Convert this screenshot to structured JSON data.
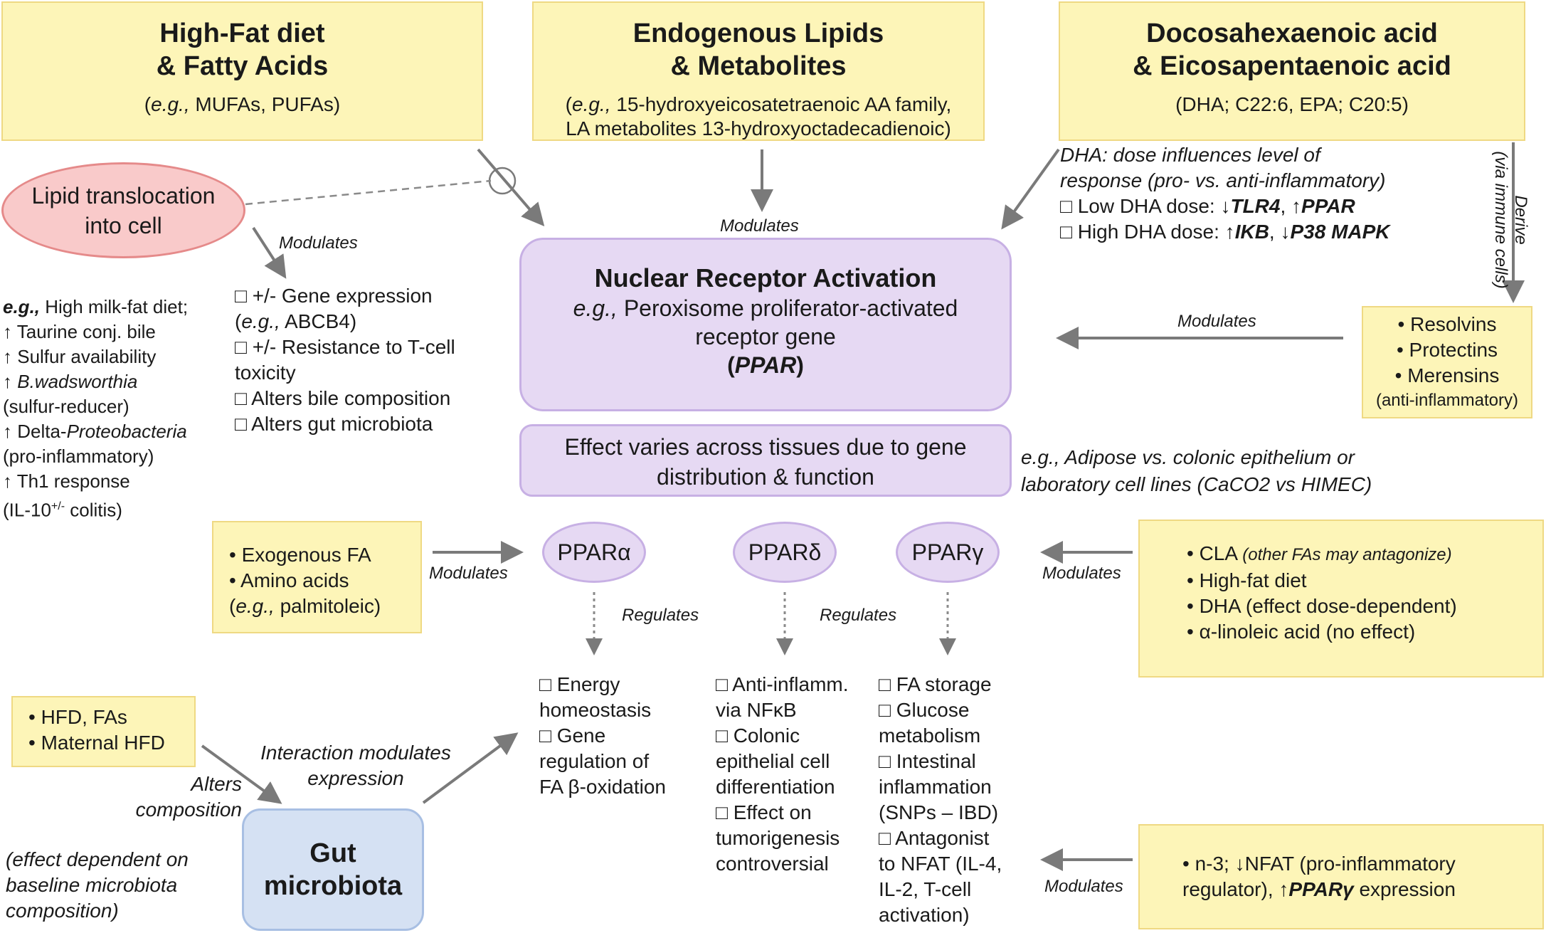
{
  "sources": {
    "high_fat": {
      "title1": "High-Fat diet",
      "title2": "& Fatty Acids",
      "eg": "e.g.,",
      "sub": " MUFAs, PUFAs)",
      "open": "("
    },
    "endogenous": {
      "title1": "Endogenous Lipids",
      "title2": "& Metabolites",
      "open": "(",
      "eg": "e.g.,",
      "sub1": " 15-hydroxyeicosatetraenoic AA family,",
      "sub2": "LA metabolites 13-hydroxyoctadecadienoic)"
    },
    "dha_epa": {
      "title1": "Docosahexaenoic acid",
      "title2": "& Eicosapentaenoic acid",
      "sub": "(DHA; C22:6, EPA; C20:5)"
    }
  },
  "lipid_translocation": {
    "line1": "Lipid translocation",
    "line2": "into cell"
  },
  "milk_fat": {
    "eg": "e.g.,",
    "l1": " High milk-fat diet;",
    "l2": "↑ Taurine conj. bile",
    "l3": "↑ Sulfur availability",
    "l4a": "↑ ",
    "l4b": "B.wadsworthia",
    "l5": "(sulfur-reducer)",
    "l6a": "↑ Delta-",
    "l6b": "Proteobacteria",
    "l7": "(pro-inflammatory)",
    "l8": "↑ Th1 response",
    "l9a": "(IL-10",
    "l9sup": "+/-",
    "l9b": " colitis)"
  },
  "gene_effects": {
    "l1": "□ +/- Gene expression",
    "l2a": "(",
    "l2b": "e.g.,",
    "l2c": " ABCB4)",
    "l3": "□ +/- Resistance to T-cell",
    "l4": "toxicity",
    "l5": "□ Alters bile composition",
    "l6": "□ Alters gut microbiota"
  },
  "dha_dose": {
    "l1": "DHA: dose influences level of",
    "l2": "response (pro- vs. anti-inflammatory)",
    "l3a": "□ Low DHA dose: ↓",
    "l3b": "TLR4",
    "l3c": ", ↑",
    "l3d": "PPAR",
    "l4a": "□ High DHA dose: ↑",
    "l4b": "IKB",
    "l4c": ", ↓",
    "l4d": "P38 MAPK"
  },
  "derive_label": "Derive",
  "derive_sub": "(via immune cells)",
  "resolvins": {
    "l1": "• Resolvins",
    "l2": "• Protectins",
    "l3": "• Merensins",
    "l4": "(anti-inflammatory)"
  },
  "nuclear": {
    "title": "Nuclear Receptor Activation",
    "eg": "e.g.,",
    "l1": " Peroxisome proliferator-activated",
    "l2": "receptor gene",
    "l3a": "(",
    "l3b": "PPAR",
    "l3c": ")"
  },
  "effect_varies": {
    "l1": "Effect varies across tissues due to gene",
    "l2": "distribution & function"
  },
  "tissue_note": {
    "l1": "e.g., Adipose vs. colonic epithelium or",
    "l2": "laboratory cell lines (CaCO2 vs HIMEC)"
  },
  "exogenous": {
    "l1": "• Exogenous FA",
    "l2": "• Amino acids",
    "l3a": "(",
    "l3b": "e.g.,",
    "l3c": " palmitoleic)"
  },
  "ppar": {
    "alpha": "PPARα",
    "delta": "PPARδ",
    "gamma": "PPARγ"
  },
  "cla_box": {
    "l1a": "• CLA ",
    "l1b": "(other FAs may antagonize)",
    "l2": "• High-fat diet",
    "l3": "• DHA (effect dose-dependent)",
    "l4": "• α-linoleic acid (no effect)"
  },
  "alpha_effects": [
    "□ Energy",
    "homeostasis",
    "□ Gene",
    "regulation of",
    "FA β-oxidation"
  ],
  "delta_effects": [
    "□ Anti-inflamm.",
    "via NFκB",
    "□ Colonic",
    "epithelial cell",
    "differentiation",
    "□ Effect on",
    "tumorigenesis",
    "controversial"
  ],
  "gamma_effects": [
    "□ FA storage",
    "□ Glucose",
    "metabolism",
    "□ Intestinal",
    "inflammation",
    "(SNPs – IBD)",
    "□ Antagonist",
    "to NFAT (IL-4,",
    "IL-2, T-cell",
    "activation)"
  ],
  "hfd_box": {
    "l1": "• HFD, FAs",
    "l2": "• Maternal HFD"
  },
  "alters_label": {
    "l1": "Alters",
    "l2": "composition"
  },
  "interaction_label": {
    "l1": "Interaction modulates",
    "l2": "expression"
  },
  "baseline_note": {
    "l1": "(effect dependent on",
    "l2": "baseline microbiota",
    "l3": "composition)"
  },
  "gut": {
    "l1": "Gut",
    "l2": "microbiota"
  },
  "n3_box": {
    "l1": "• n-3; ↓NFAT (pro-inflammatory",
    "l2a": "regulator), ↑",
    "l2b": "PPARγ",
    "l2c": " expression"
  },
  "labels": {
    "modulates": "Modulates",
    "regulates": "Regulates"
  },
  "colors": {
    "yellow_fill": "#fdf5b8",
    "purple_fill": "#e6d9f3",
    "pink_fill": "#f9caca",
    "blue_fill": "#d5e1f3",
    "arrow": "#7a7a7a"
  }
}
